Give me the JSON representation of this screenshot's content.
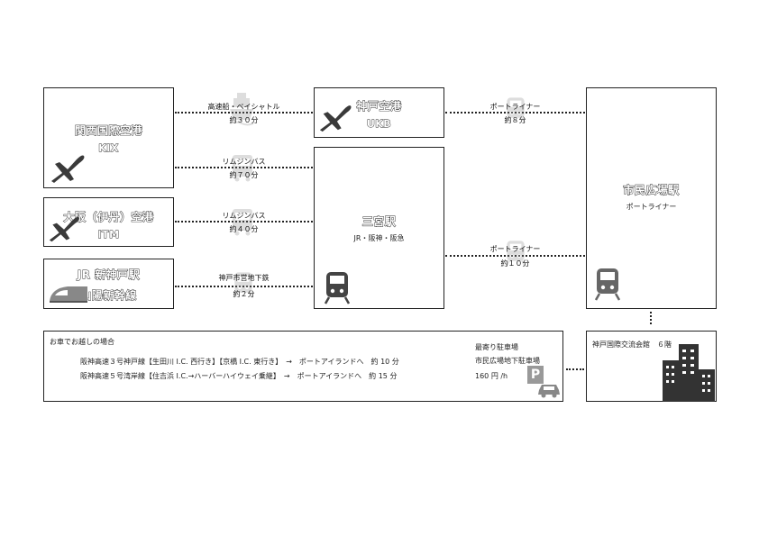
{
  "airports": {
    "kix": {
      "name": "関西国際空港",
      "code": "KIX"
    },
    "itm": {
      "name": "大阪（伊丹）空港",
      "code": "ITM"
    },
    "ukb": {
      "name": "神戸空港",
      "code": "UKB"
    }
  },
  "shinkobe": {
    "name": "JR 新神戸駅",
    "line": "山陽新幹線"
  },
  "sannomiya": {
    "name": "三宮駅",
    "lines": "JR・阪神・阪急"
  },
  "shimin": {
    "name": "市民広場駅",
    "line": "ポートライナー"
  },
  "routes": {
    "kix_ukb": {
      "mode": "高速船・ベイシャトル",
      "time": "約３０分"
    },
    "kix_sannomiya": {
      "mode": "リムジンバス",
      "time": "約７０分"
    },
    "itm_sannomiya": {
      "mode": "リムジンバス",
      "time": "約４０分"
    },
    "shinkobe_sannomiya": {
      "mode": "神戸市営地下鉄",
      "time": "約２分"
    },
    "ukb_shimin": {
      "mode": "ポートライナー",
      "time": "約８分"
    },
    "sannomiya_shimin": {
      "mode": "ポートライナー",
      "time": "約１０分"
    }
  },
  "car": {
    "heading": "お車でお越しの場合",
    "route1": "阪神高速３号神戸線【生田川 I.C. 西行き】【京橋 I.C. 東行き】　→　ポートアイランドへ　約 10 分",
    "route2": "阪神高速５号湾岸線【住吉浜 I.C.→ハーバーハイウェイ乗継】　→　ポートアイランドへ　約 15 分",
    "parking_label": "最寄り駐車場",
    "parking_name": "市民広場地下駐車場",
    "parking_price": "160 円 /h",
    "parking_sign": "P"
  },
  "venue": {
    "name": "神戸国際交流会館　６階"
  },
  "icons": [
    "airplane-icon",
    "train-icon",
    "shinkansen-icon",
    "bus-icon",
    "ship-icon",
    "parking-icon",
    "car-icon",
    "building-icon"
  ],
  "colors": {
    "line": "#222222",
    "icon": "#3a3a3a",
    "ghost": "#888888"
  }
}
